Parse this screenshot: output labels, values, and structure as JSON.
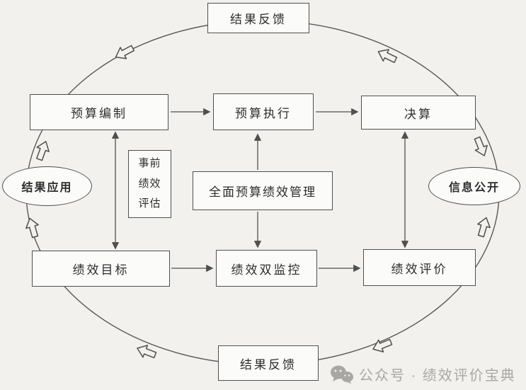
{
  "diagram": {
    "nodes": {
      "feedback_top": {
        "label": "结果反馈"
      },
      "budget_preparation": {
        "label": "预算编制"
      },
      "budget_execution": {
        "label": "预算执行"
      },
      "final_accounts": {
        "label": "决算"
      },
      "result_application": {
        "label": "结果应用"
      },
      "information_disclosure": {
        "label": "信息公开"
      },
      "pre_performance_evaluation": {
        "label": "事前绩效评估"
      },
      "core": {
        "label": "全面预算绩效管理"
      },
      "performance_goal": {
        "label": "绩效目标"
      },
      "performance_dual_monitoring": {
        "label": "绩效双监控"
      },
      "performance_evaluation": {
        "label": "绩效评价"
      },
      "feedback_bottom": {
        "label": "结果反馈"
      }
    },
    "watermark": {
      "icon": "wechat-chat-bubbles-icon",
      "text": "公众号 · 绩效评价宝典"
    },
    "colors": {
      "background": "#f2f1ee",
      "node_fill": "#fbfbfa",
      "stroke": "#4f4f4f",
      "text": "#2d2d2d",
      "watermark_gray": "#a9a7a3"
    }
  }
}
